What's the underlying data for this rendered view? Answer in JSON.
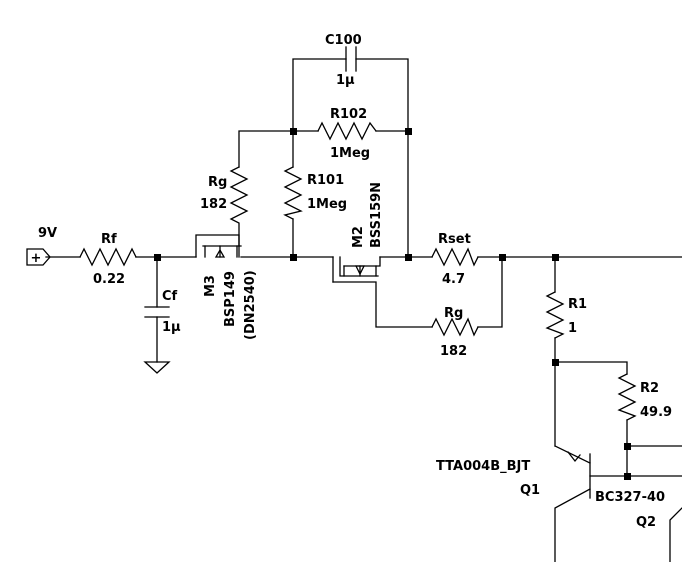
{
  "source": {
    "label": "9V",
    "symbol": "+"
  },
  "components": {
    "c100": {
      "name": "C100",
      "value": "1µ"
    },
    "r102": {
      "name": "R102",
      "value": "1Meg"
    },
    "rg_top": {
      "name": "Rg",
      "value": "182"
    },
    "r101": {
      "name": "R101",
      "value": "1Meg"
    },
    "m2": {
      "name": "M2",
      "model": "BSS159N"
    },
    "rset": {
      "name": "Rset",
      "value": "4.7"
    },
    "rf": {
      "name": "Rf",
      "value": "0.22"
    },
    "cf": {
      "name": "Cf",
      "value": "1µ"
    },
    "m3": {
      "name": "M3",
      "model": "BSP149",
      "model2": "(DN2540)"
    },
    "rg_bot": {
      "name": "Rg",
      "value": "182"
    },
    "r1": {
      "name": "R1",
      "value": "1"
    },
    "r2": {
      "name": "R2",
      "value": "49.9"
    },
    "q1": {
      "name": "Q1",
      "model": "TTA004B_BJT"
    },
    "q2": {
      "name": "Q2",
      "model": "BC327-40"
    }
  }
}
